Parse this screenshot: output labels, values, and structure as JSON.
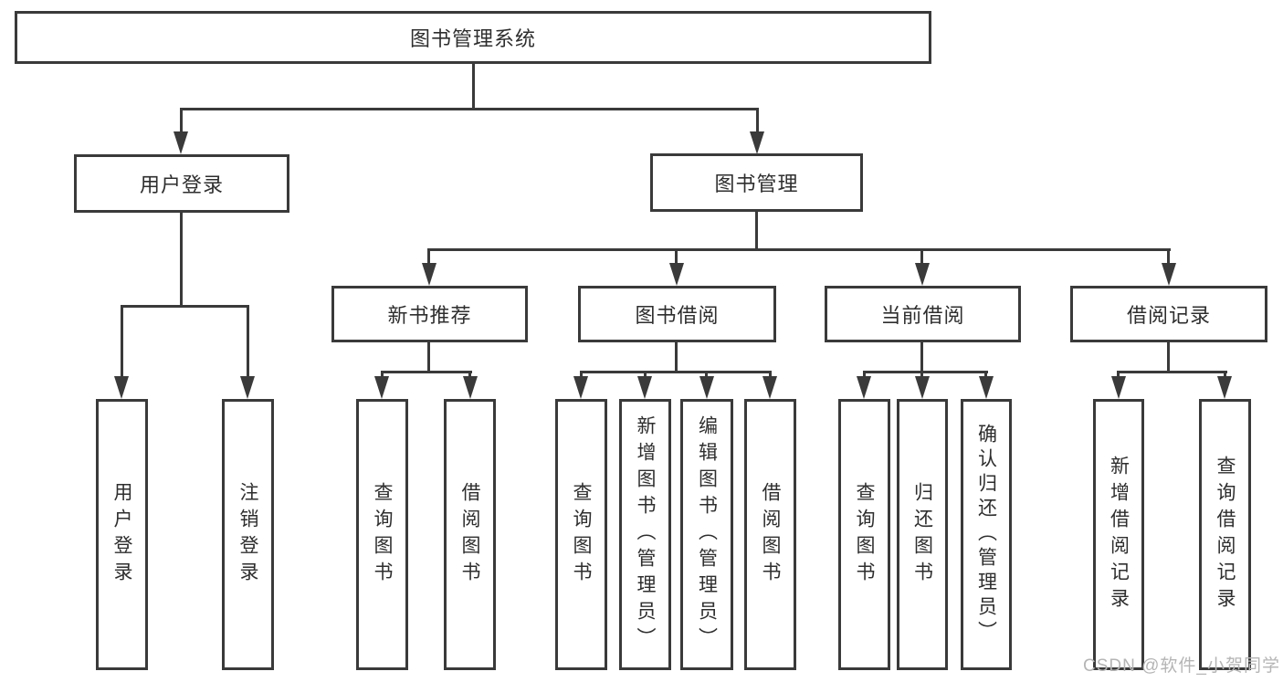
{
  "nodes": {
    "root": "图书管理系统",
    "user_login": "用户登录",
    "book_management": "图书管理",
    "new_book_recommend": "新书推荐",
    "book_borrowing": "图书借阅",
    "current_borrowing": "当前借阅",
    "borrowing_records": "借阅记录",
    "ul_user_login": "用户登录",
    "ul_logout": "注销登录",
    "nbr_query_books": "查询图书",
    "nbr_borrow_books": "借阅图书",
    "bb_query_books": "查询图书",
    "bb_add_books_admin": "新增图书（管理员）",
    "bb_edit_books_admin": "编辑图书（管理员）",
    "bb_borrow_books": "借阅图书",
    "cb_query_books": "查询图书",
    "cb_return_books": "归还图书",
    "cb_confirm_return_admin": "确认归还（管理员）",
    "br_add_record": "新增借阅记录",
    "br_query_record": "查询借阅记录"
  },
  "watermark": "CSDN @软件_小贺同学",
  "colors": {
    "line": "#3a3a3a",
    "text": "#2e2e2e",
    "watermark": "#b5b5b5",
    "background": "#ffffff"
  }
}
